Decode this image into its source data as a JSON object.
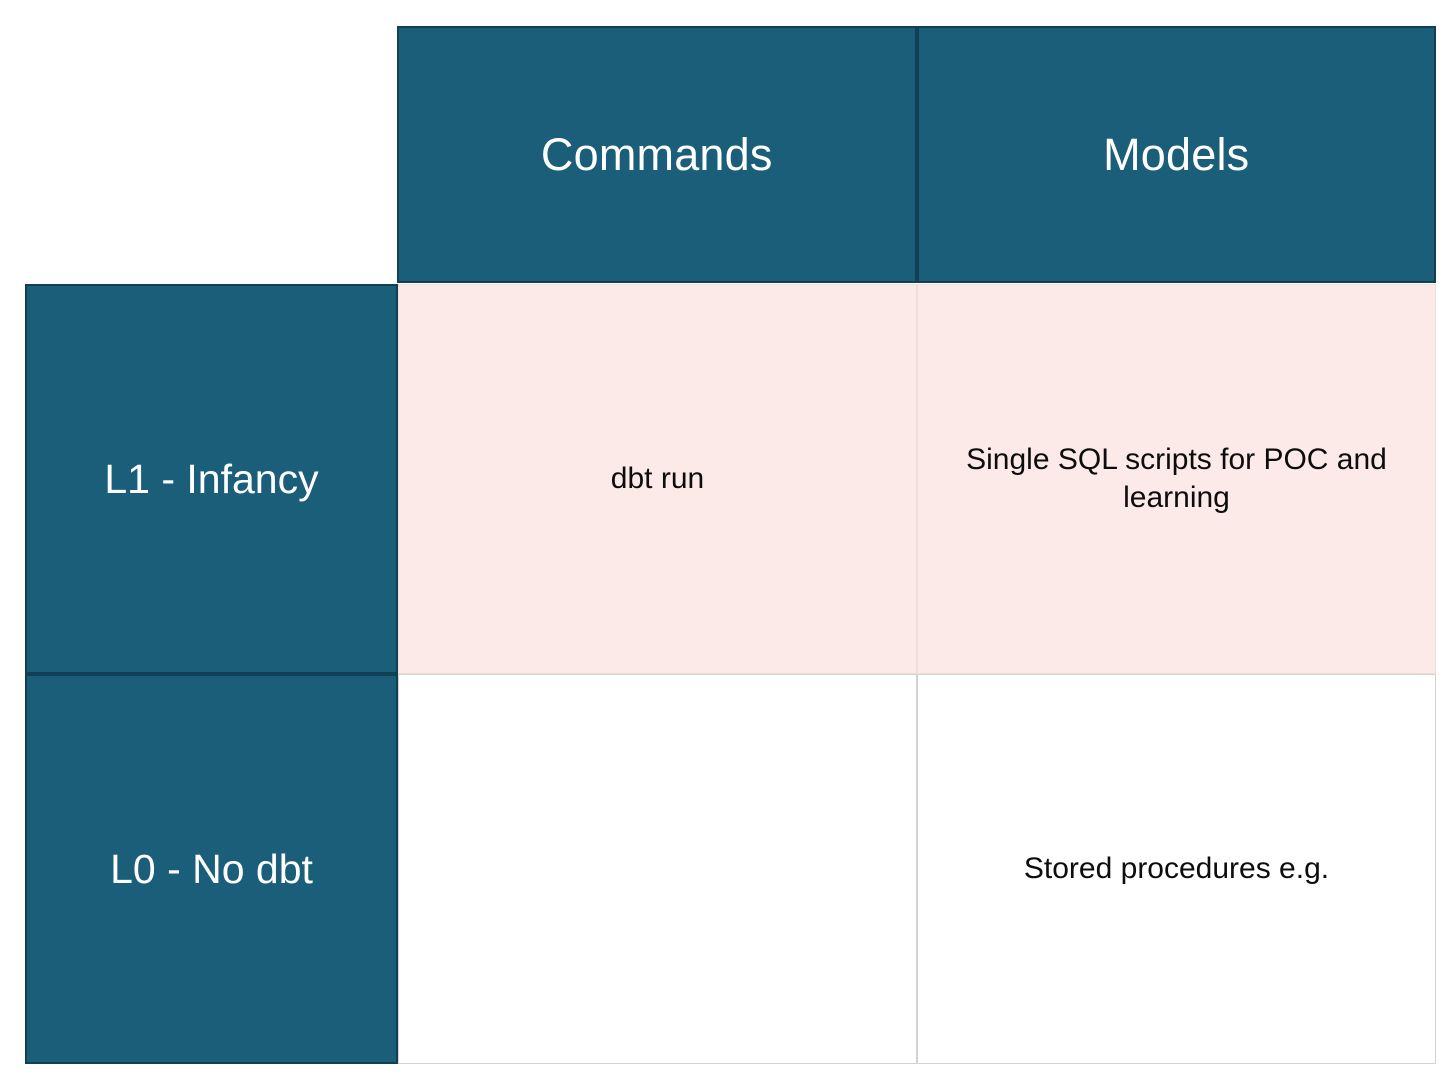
{
  "matrix": {
    "colors": {
      "header_fill": "#1B5E79",
      "header_border": "#123F53",
      "header_text": "#FFFFFF",
      "row_l1_fill": "#FBEAE7",
      "row_l0_fill": "#FFFFFF",
      "body_border": "#D2D2D2",
      "body_text": "#0D0D0D",
      "page_background": "#FFFFFF"
    },
    "corner_cell": "",
    "column_headers": [
      {
        "label": "Commands"
      },
      {
        "label": "Models"
      }
    ],
    "rows": [
      {
        "header": "L1 - Infancy",
        "tone": "pink",
        "cells": [
          {
            "text": "dbt run"
          },
          {
            "text": "Single SQL scripts for POC and learning"
          }
        ]
      },
      {
        "header": "L0 - No dbt",
        "tone": "white",
        "cells": [
          {
            "text": ""
          },
          {
            "text": "Stored procedures e.g."
          }
        ]
      }
    ]
  }
}
